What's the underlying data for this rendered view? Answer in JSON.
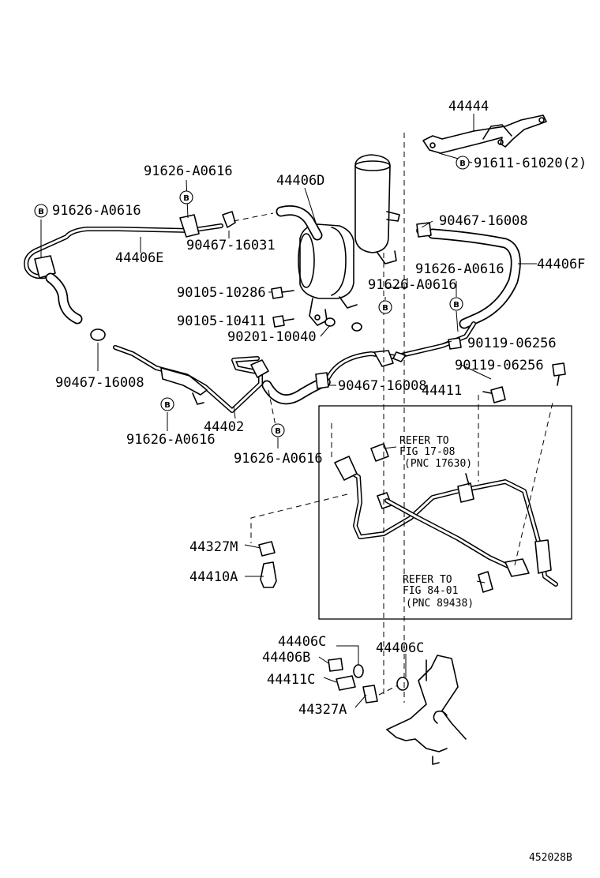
{
  "labels": {
    "p44444": "44444",
    "p91611": "91611-61020(2)",
    "p91626_top": "91626-A0616",
    "p44406D": "44406D",
    "p91626_left": "91626-A0616",
    "p90467_r": "90467-16008",
    "p44406F": "44406F",
    "p44406E": "44406E",
    "p90467_16031": "90467-16031",
    "p91626_c1": "91626-A0616",
    "p91626_c2": "91626-A0616",
    "p90105_10286": "90105-10286",
    "p90105_10411": "90105-10411",
    "p90201": "90201-10040",
    "p90119_a": "90119-06256",
    "p90119_b": "90119-06256",
    "p90467_l": "90467-16008",
    "p90467_m": "90467-16008",
    "p44411": "44411",
    "p91626_bl": "91626-A0616",
    "p44402": "44402",
    "p91626_bc": "91626-A0616",
    "refer1_l1": "REFER TO",
    "refer1_l2": "FIG 17-08",
    "refer1_l3": "(PNC 17630)",
    "p44327M": "44327M",
    "p44410A": "44410A",
    "refer2_l1": "REFER TO",
    "refer2_l2": "FIG 84-01",
    "refer2_l3": "(PNC 89438)",
    "p44406C_a": "44406C",
    "p44406C_b": "44406C",
    "p44406B": "44406B",
    "p44411C": "44411C",
    "p44327A": "44327A",
    "fig_id": "452028B"
  },
  "symbol_letter": "B"
}
